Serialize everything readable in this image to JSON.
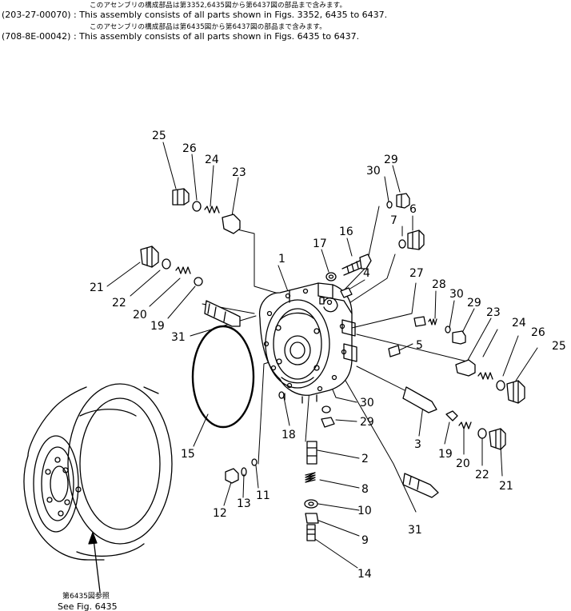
{
  "header": {
    "note1_jp": "このアセンブリの構成部品は第3352,6435図から第6437図の部品まで含みます。",
    "note1": "(203-27-00070) : This assembly consists of all parts shown in Figs. 3352, 6435 to 6437.",
    "note2_jp": "このアセンブリの構成部品は第6435図から第6437図の部品まで含みます。",
    "note2": "(708-8E-00042) : This assembly consists of all parts shown in Figs. 6435 to 6437."
  },
  "reference": {
    "jp": "第6435図参照",
    "en": "See Fig. 6435"
  },
  "callouts": [
    {
      "id": "c25a",
      "label": "25"
    },
    {
      "id": "c26a",
      "label": "26"
    },
    {
      "id": "c24a",
      "label": "24"
    },
    {
      "id": "c23a",
      "label": "23"
    },
    {
      "id": "c30a",
      "label": "30"
    },
    {
      "id": "c29a",
      "label": "29"
    },
    {
      "id": "c7",
      "label": "7"
    },
    {
      "id": "c6",
      "label": "6"
    },
    {
      "id": "c17",
      "label": "17"
    },
    {
      "id": "c16",
      "label": "16"
    },
    {
      "id": "c1",
      "label": "1"
    },
    {
      "id": "c4",
      "label": "4"
    },
    {
      "id": "c21a",
      "label": "21"
    },
    {
      "id": "c22a",
      "label": "22"
    },
    {
      "id": "c20a",
      "label": "20"
    },
    {
      "id": "c19a",
      "label": "19"
    },
    {
      "id": "c27",
      "label": "27"
    },
    {
      "id": "c28",
      "label": "28"
    },
    {
      "id": "c30b",
      "label": "30"
    },
    {
      "id": "c29b",
      "label": "29"
    },
    {
      "id": "c23b",
      "label": "23"
    },
    {
      "id": "c24b",
      "label": "24"
    },
    {
      "id": "c26b",
      "label": "26"
    },
    {
      "id": "c25b",
      "label": "25"
    },
    {
      "id": "c31a",
      "label": "31"
    },
    {
      "id": "c5",
      "label": "5"
    },
    {
      "id": "c30c",
      "label": "30"
    },
    {
      "id": "c29c",
      "label": "29"
    },
    {
      "id": "c18",
      "label": "18"
    },
    {
      "id": "c3",
      "label": "3"
    },
    {
      "id": "c19b",
      "label": "19"
    },
    {
      "id": "c20b",
      "label": "20"
    },
    {
      "id": "c22b",
      "label": "22"
    },
    {
      "id": "c21b",
      "label": "21"
    },
    {
      "id": "c15",
      "label": "15"
    },
    {
      "id": "c2",
      "label": "2"
    },
    {
      "id": "c8",
      "label": "8"
    },
    {
      "id": "c10",
      "label": "10"
    },
    {
      "id": "c9",
      "label": "9"
    },
    {
      "id": "c31b",
      "label": "31"
    },
    {
      "id": "c12",
      "label": "12"
    },
    {
      "id": "c13",
      "label": "13"
    },
    {
      "id": "c11",
      "label": "11"
    },
    {
      "id": "c14",
      "label": "14"
    }
  ]
}
